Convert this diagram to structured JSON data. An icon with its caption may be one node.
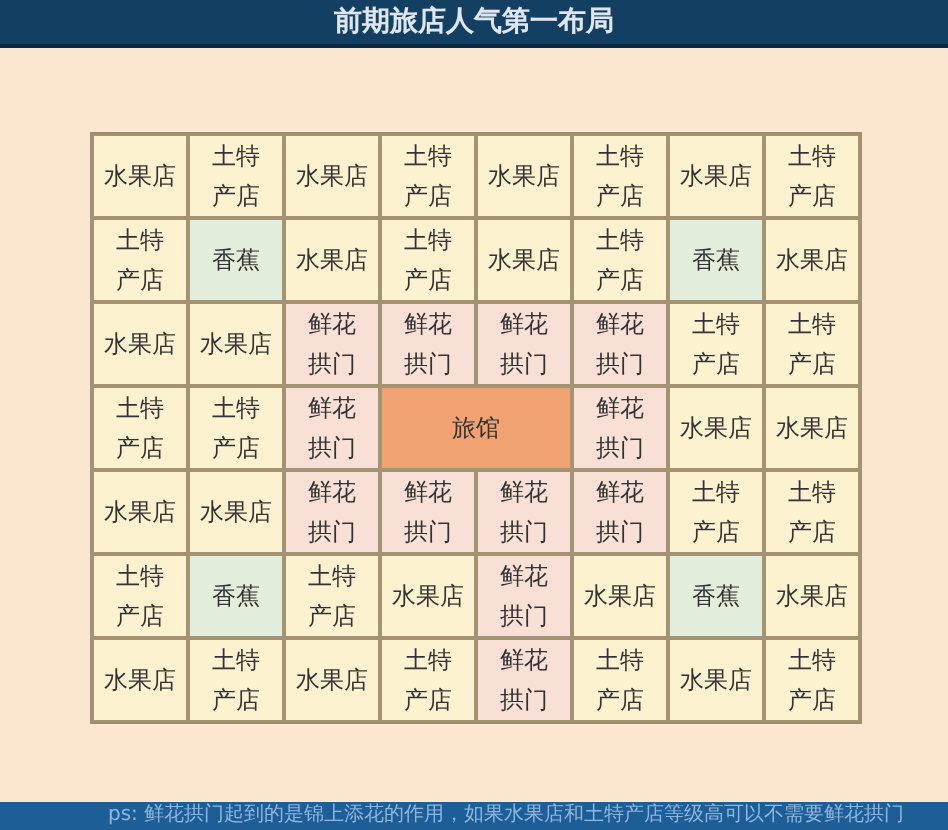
{
  "diagram": {
    "title": "前期旅店人气第一布局",
    "nodes": [
      {
        "text": [
          "水果店"
        ]
      },
      {
        "text": [
          "土特产店"
        ]
      },
      {
        "text": [
          "水果店"
        ]
      },
      {
        "text": [
          "土特产店"
        ]
      },
      {
        "text": [
          "水果店"
        ]
      },
      {
        "text": [
          "土特产店"
        ]
      },
      {
        "text": [
          "水果店"
        ]
      },
      {
        "text": [
          "土特产店"
        ]
      },
      {
        "text": [
          "土特产店"
        ]
      },
      {
        "text": [
          "香蕉"
        ]
      },
      {
        "text": [
          "水果店"
        ]
      },
      {
        "text": [
          "土特产店"
        ]
      },
      {
        "text": [
          "水果店"
        ]
      },
      {
        "text": [
          "土特产店"
        ]
      },
      {
        "text": [
          "香蕉"
        ]
      },
      {
        "text": [
          "水果店"
        ]
      },
      {
        "text": [
          "水果店"
        ]
      },
      {
        "text": [
          "水果店"
        ]
      },
      {
        "text": [
          "鲜花拱门"
        ]
      },
      {
        "text": [
          "鲜花拱门"
        ]
      },
      {
        "text": [
          "鲜花拱门"
        ]
      },
      {
        "text": [
          "鲜花拱门"
        ]
      },
      {
        "text": [
          "土特产店"
        ]
      },
      {
        "text": [
          "土特产店"
        ]
      },
      {
        "text": [
          "土特产店"
        ]
      },
      {
        "text": [
          "土特产店"
        ]
      },
      {
        "text": [
          "鲜花拱门"
        ]
      },
      {
        "text": [
          "旅馆"
        ]
      },
      {
        "text": [
          "鲜花拱门"
        ]
      },
      {
        "text": [
          "水果店"
        ]
      },
      {
        "text": [
          "水果店"
        ]
      },
      {
        "text": [
          "水果店"
        ]
      },
      {
        "text": [
          "水果店"
        ]
      },
      {
        "text": [
          "鲜花拱门"
        ]
      },
      {
        "text": [
          "鲜花拱门"
        ]
      },
      {
        "text": [
          "鲜花拱门"
        ]
      },
      {
        "text": [
          "鲜花拱门"
        ]
      },
      {
        "text": [
          "土特产店"
        ]
      },
      {
        "text": [
          "土特产店"
        ]
      },
      {
        "text": [
          "土特产店"
        ]
      },
      {
        "text": [
          "香蕉"
        ]
      },
      {
        "text": [
          "土特产店"
        ]
      },
      {
        "text": [
          "水果店"
        ]
      },
      {
        "text": [
          "鲜花拱门"
        ]
      },
      {
        "text": [
          "水果店"
        ]
      },
      {
        "text": [
          "香蕉"
        ]
      },
      {
        "text": [
          "水果店"
        ]
      },
      {
        "text": [
          "水果店"
        ]
      },
      {
        "text": [
          "土特产店"
        ]
      },
      {
        "text": [
          "水果店"
        ]
      },
      {
        "text": [
          "土特产店"
        ]
      },
      {
        "text": [
          "鲜花拱门"
        ]
      },
      {
        "text": [
          "土特产店"
        ]
      },
      {
        "text": [
          "水果店"
        ]
      },
      {
        "text": [
          "土特产店"
        ]
      }
    ],
    "labels": [
      "ps:",
      "鲜花拱门起到的是锦上添花的作用，如果水果店和土特产店等级高可以不需要鲜花拱门"
    ]
  }
}
